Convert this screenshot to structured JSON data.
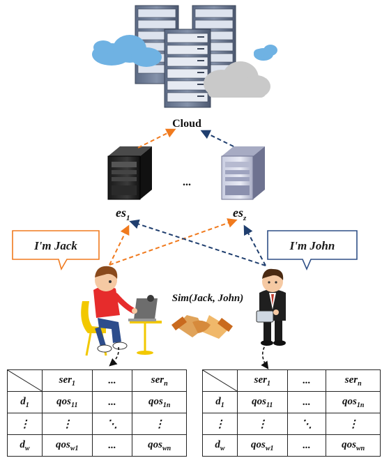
{
  "cloud": {
    "label": "Cloud"
  },
  "edge_servers": {
    "left_label": "es",
    "left_sub": "1",
    "right_label": "es",
    "right_sub": "z",
    "ellipsis": "..."
  },
  "users": {
    "jack": {
      "bubble": "I'm Jack"
    },
    "john": {
      "bubble": "I'm John"
    }
  },
  "similarity": {
    "label": "Sim(Jack, John)"
  },
  "tables": [
    {
      "header": [
        {
          "base": "ser",
          "sub": "1"
        },
        {
          "base": "...",
          "sub": ""
        },
        {
          "base": "ser",
          "sub": "n"
        }
      ],
      "rows": [
        [
          {
            "base": "d",
            "sub": "1"
          },
          {
            "base": "qos",
            "sub": "11"
          },
          {
            "base": "...",
            "sub": ""
          },
          {
            "base": "qos",
            "sub": "1n"
          }
        ],
        [
          {
            "base": "⋮",
            "sub": ""
          },
          {
            "base": "⋮",
            "sub": ""
          },
          {
            "base": "⋱",
            "sub": ""
          },
          {
            "base": "⋮",
            "sub": ""
          }
        ],
        [
          {
            "base": "d",
            "sub": "w"
          },
          {
            "base": "qos",
            "sub": "w1"
          },
          {
            "base": "...",
            "sub": ""
          },
          {
            "base": "qos",
            "sub": "wn"
          }
        ]
      ]
    },
    {
      "header": [
        {
          "base": "ser",
          "sub": "1"
        },
        {
          "base": "...",
          "sub": ""
        },
        {
          "base": "ser",
          "sub": "n"
        }
      ],
      "rows": [
        [
          {
            "base": "d",
            "sub": "1"
          },
          {
            "base": "qos",
            "sub": "11"
          },
          {
            "base": "...",
            "sub": ""
          },
          {
            "base": "qos",
            "sub": "1n"
          }
        ],
        [
          {
            "base": "⋮",
            "sub": ""
          },
          {
            "base": "⋮",
            "sub": ""
          },
          {
            "base": "⋱",
            "sub": ""
          },
          {
            "base": "⋮",
            "sub": ""
          }
        ],
        [
          {
            "base": "d",
            "sub": "w"
          },
          {
            "base": "qos",
            "sub": "w1"
          },
          {
            "base": "...",
            "sub": ""
          },
          {
            "base": "qos",
            "sub": "wn"
          }
        ]
      ]
    }
  ],
  "colors": {
    "jack_arrow": "#f07a1e",
    "john_arrow": "#1f3e6e",
    "jack_bubble_border": "#f07a1e",
    "john_bubble_border": "#2f4f86"
  }
}
